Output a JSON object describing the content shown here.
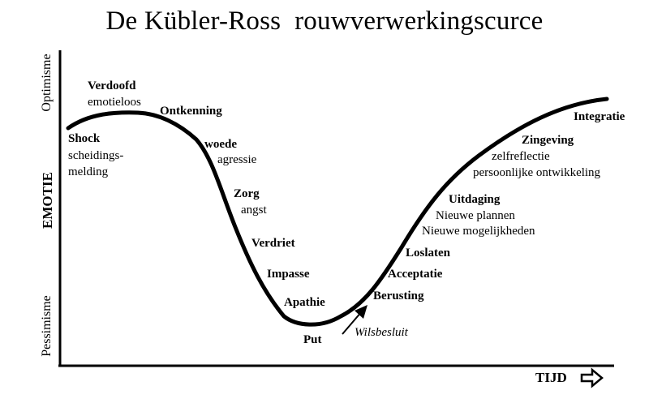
{
  "title": "De Kübler-Ross  rouwverwerkingscurce",
  "y_axis": {
    "top": "Optimisme",
    "middle": "EMOTIE",
    "bottom": "Pessimisme"
  },
  "x_axis": {
    "label": "TIJD",
    "arrow_icon": "arrow-right-outline-icon"
  },
  "stages": {
    "shock": {
      "title": "Shock",
      "line1": "scheidings-",
      "line2": "melding"
    },
    "verdoofd": {
      "title": "Verdoofd",
      "sub": "emotieloos"
    },
    "ontkenning": {
      "title": "Ontkenning"
    },
    "woede": {
      "title": "woede",
      "sub": "agressie"
    },
    "zorg": {
      "title": "Zorg",
      "sub": "angst"
    },
    "verdriet": {
      "title": "Verdriet"
    },
    "impasse": {
      "title": "Impasse"
    },
    "apathie": {
      "title": "Apathie"
    },
    "put": {
      "title": "Put"
    },
    "berusting": {
      "title": "Berusting"
    },
    "acceptatie": {
      "title": "Acceptatie"
    },
    "loslaten": {
      "title": "Loslaten"
    },
    "uitdaging": {
      "title": "Uitdaging",
      "line1": "Nieuwe plannen",
      "line2": "Nieuwe mogelijkheden"
    },
    "zingeving": {
      "title": "Zingeving",
      "line1": "zelfreflectie",
      "line2": "persoonlijke ontwikkeling"
    },
    "integratie": {
      "title": "Integratie"
    }
  },
  "wilsbesluit": "Wilsbesluit"
}
